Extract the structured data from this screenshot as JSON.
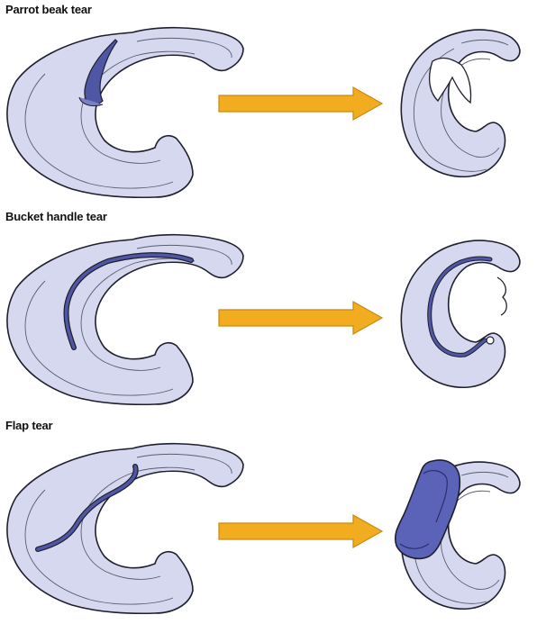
{
  "colors": {
    "meniscus_fill": "#d6d8f0",
    "meniscus_stroke": "#1f1f2e",
    "tear_line": "#4f56a3",
    "flap_fill": "#5a63b8",
    "arrow_fill": "#f1ac1f",
    "arrow_stroke": "#c98a10"
  },
  "rows": [
    {
      "label": "Parrot beak tear"
    },
    {
      "label": "Bucket handle tear"
    },
    {
      "label": "Flap tear"
    }
  ]
}
